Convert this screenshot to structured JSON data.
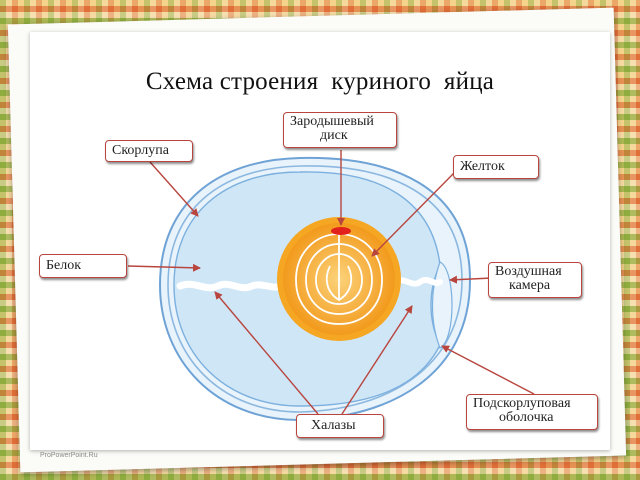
{
  "title": "Схема строения  куриного  яйца",
  "labels": {
    "germinal_disc": [
      "Зародышевый",
      "диск"
    ],
    "shell": "Скорлупа",
    "yolk": "Желток",
    "albumen": "Белок",
    "air_cell": [
      "Воздушная",
      "камера"
    ],
    "shell_membrane": [
      "Подскорлуповая",
      "оболочка"
    ],
    "chalazae": "Халазы"
  },
  "colors": {
    "arrow": "#b8463f",
    "egg_white": "#cfe6f7",
    "egg_outline": "#6fa3d6",
    "yolk_outer": "#f5a623",
    "yolk_inner": "#fbc65a",
    "germinal_disc": "#e3211b"
  },
  "watermark": "ProPowerPoint.Ru"
}
